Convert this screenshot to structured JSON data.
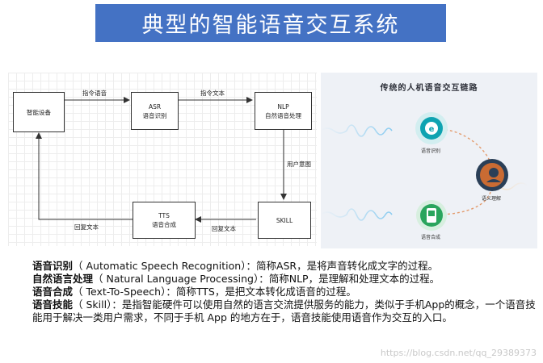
{
  "title": "典型的智能语音交互系统",
  "flow": {
    "nodes": {
      "device": "智能设备",
      "asr_top": "ASR",
      "asr_bottom": "语音识别",
      "nlp_top": "NLP",
      "nlp_bottom": "自然语音处理",
      "skill": "SKILL",
      "tts_top": "TTS",
      "tts_bottom": "语音合成"
    },
    "edges": {
      "e1": "指令语音",
      "e2": "指令文本",
      "e3": "用户意图",
      "e4": "回复文本",
      "e5": "回复文本"
    }
  },
  "pipeline": {
    "title": "传统的人机语音交互链路",
    "asr_label": "语音识别",
    "nlu_label": "语义理解",
    "tts_label": "语音合成"
  },
  "definitions": [
    {
      "term": "语音识别",
      "text": "（ Automatic Speech Recognition）：简称ASR，是将声音转化成文字的过程。"
    },
    {
      "term": "自然语言处理",
      "text": "（ Natural Language Processing）：简称NLP，是理解和处理文本的过程。"
    },
    {
      "term": "语音合成",
      "text": "（ Text-To-Speech）：简称TTS，是把文本转化成语音的过程。"
    },
    {
      "term": "语音技能",
      "text": "（ Skill）：是指智能硬件可以使用自然的语言交流提供服务的能力，类似于手机App的概念，一个语音技能用于解决一类用户需求，不同于手机 App 的地方在于，语音技能使用语音作为交互的入口。"
    }
  ],
  "watermark": "https://blog.csdn.net/qq_29389373",
  "colors": {
    "banner": "#4472c4",
    "banner_text": "#ffffff",
    "asr_icon": "#0fa3b1",
    "nlu_icon": "#c96b33",
    "tts_icon": "#2aa55d"
  }
}
